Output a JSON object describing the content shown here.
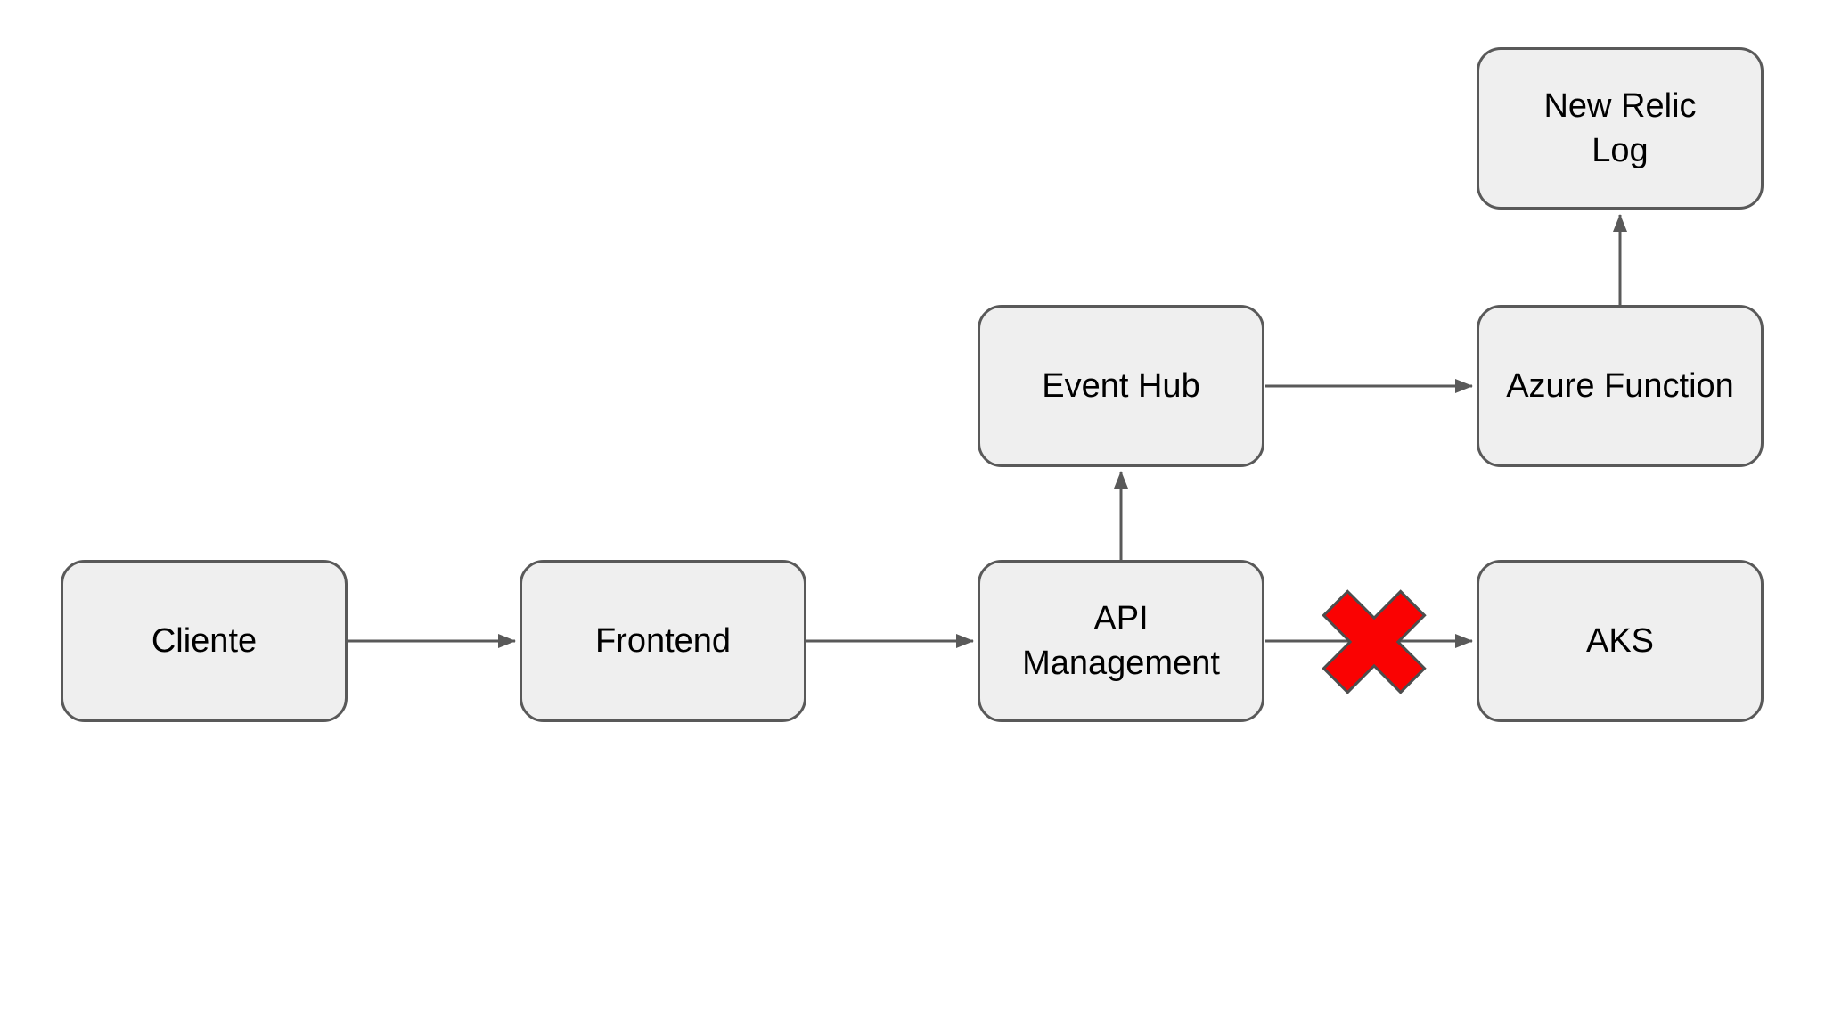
{
  "diagram": {
    "colors": {
      "background": "#ffffff",
      "box_fill": "#efefef",
      "box_stroke": "#595959",
      "arrow_color": "#595959",
      "error_fill": "#fa0202",
      "error_stroke": "#4d4d4d",
      "label_color": "#000000"
    },
    "nodes": {
      "cliente": {
        "label": "Cliente"
      },
      "frontend": {
        "label": "Frontend"
      },
      "api_management": {
        "label": "API\nManagement"
      },
      "aks": {
        "label": "AKS"
      },
      "event_hub": {
        "label": "Event Hub"
      },
      "azure_function": {
        "label": "Azure Function"
      },
      "new_relic_log": {
        "label": "New Relic\nLog"
      }
    },
    "edges": [
      {
        "from": "Cliente",
        "to": "Frontend",
        "status": "ok"
      },
      {
        "from": "Frontend",
        "to": "API Management",
        "status": "ok"
      },
      {
        "from": "API Management",
        "to": "AKS",
        "status": "blocked"
      },
      {
        "from": "API Management",
        "to": "Event Hub",
        "status": "ok"
      },
      {
        "from": "Event Hub",
        "to": "Azure Function",
        "status": "ok"
      },
      {
        "from": "Azure Function",
        "to": "New Relic Log",
        "status": "ok"
      }
    ],
    "error_marker": {
      "icon": "red-x-cross",
      "on_edge": "API Management → AKS"
    }
  }
}
